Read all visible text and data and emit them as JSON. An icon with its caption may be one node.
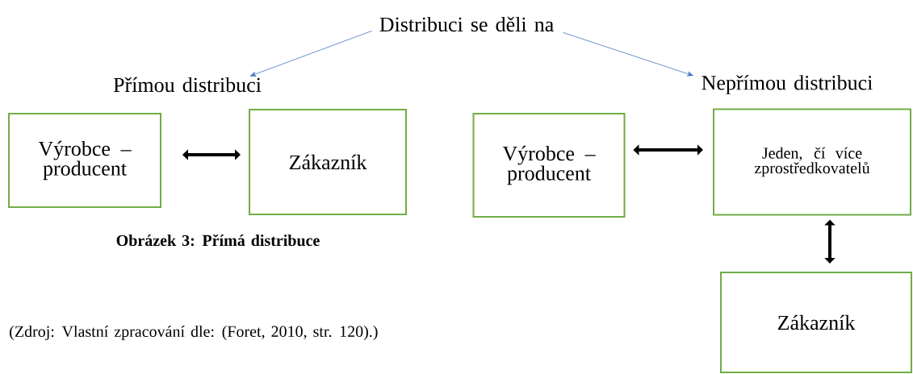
{
  "diagram": {
    "nodes": [
      {
        "text": [
          "Distribuci se děli na"
        ]
      },
      {
        "text": [
          "Přímou distribuci"
        ]
      },
      {
        "text": [
          "Nepřímou distribuci"
        ]
      },
      {
        "text": [
          "Výrobce – producent"
        ]
      },
      {
        "text": [
          "Zákazník"
        ]
      },
      {
        "text": [
          "Výrobce – producent"
        ]
      },
      {
        "text": [
          "Jeden, čí více zprostředkovatelů"
        ]
      },
      {
        "text": [
          "Zákazník"
        ]
      }
    ],
    "edges": [
      {
        "from": 0,
        "to": 1,
        "arrow": "to",
        "color": "#4472c4"
      },
      {
        "from": 0,
        "to": 2,
        "arrow": "to",
        "color": "#4472c4"
      },
      {
        "from": 3,
        "to": 4,
        "arrow": "both"
      },
      {
        "from": 5,
        "to": 6,
        "arrow": "both"
      },
      {
        "from": 6,
        "to": 7,
        "arrow": "both"
      }
    ],
    "labels": [
      "Obrázek 3: Přímá distribuce",
      "(Zdroj: Vlastní zpracování dle: (Foret, 2010, str. 120).)"
    ]
  }
}
